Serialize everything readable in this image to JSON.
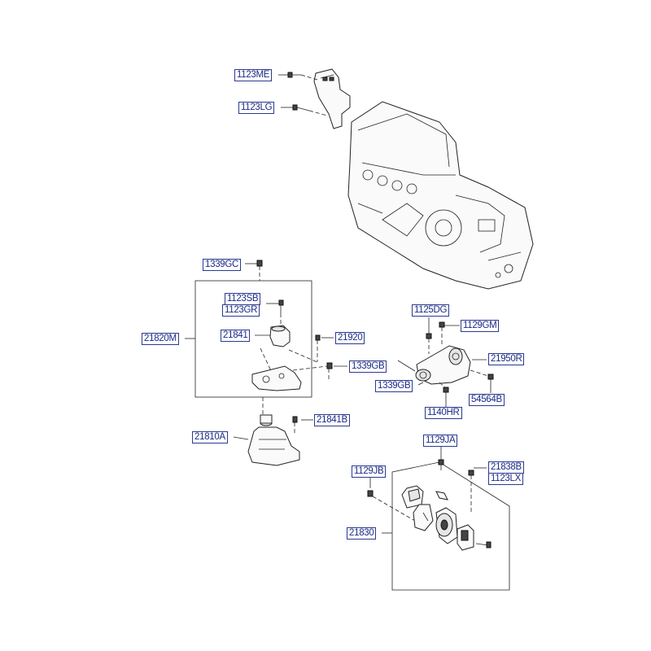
{
  "colors": {
    "label_text": "#1a2a86",
    "label_border": "#2b3a8f",
    "line": "#222222"
  },
  "labels": {
    "l_1123ME": "1123ME",
    "l_1123LG": "1123LG",
    "l_1339GC": "1339GC",
    "l_1123SB": "1123SB",
    "l_1123GR": "1123GR",
    "l_21820M": "21820M",
    "l_21841": "21841",
    "l_21920": "21920",
    "l_1339GB_a": "1339GB",
    "l_1125DG": "1125DG",
    "l_1129GM": "1129GM",
    "l_21950R": "21950R",
    "l_1339GB_b": "1339GB",
    "l_54564B": "54564B",
    "l_1140HR": "1140HR",
    "l_21810A": "21810A",
    "l_21841B": "21841B",
    "l_1129JA": "1129JA",
    "l_21838B": "21838B",
    "l_1123LX": "1123LX",
    "l_1129JB": "1129JB",
    "l_21830": "21830"
  }
}
